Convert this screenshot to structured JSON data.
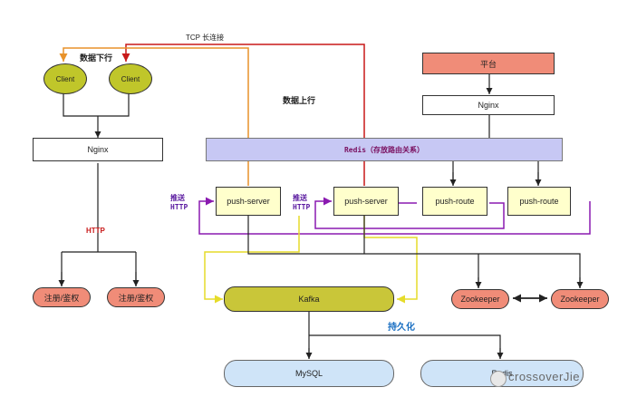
{
  "labels": {
    "tcp": "TCP 长连接",
    "downstream": "数据下行",
    "upstream": "数据上行",
    "http": "HTTP",
    "push_http": "推送\nHTTP",
    "persist": "持久化",
    "watermark": "crossoverJie"
  },
  "nodes": {
    "client_1": "Client",
    "client_2": "Client",
    "nginx_left": "Nginx",
    "auth_1": "注册/鉴权",
    "auth_2": "注册/鉴权",
    "platform": "平台",
    "nginx_right": "Nginx",
    "redis_bar": "Redis（存放路由关系）",
    "push_server_1": "push-server",
    "push_server_2": "push-server",
    "push_route_1": "push-route",
    "push_route_2": "push-route",
    "kafka": "Kafka",
    "zookeeper_1": "Zookeeper",
    "zookeeper_2": "Zookeeper",
    "mysql": "MySQL",
    "redis_store": "Redis"
  },
  "colors": {
    "tcp_line_red": "#c81919",
    "tcp_line_orange": "#e8922a",
    "route_line_purple": "#8a1ab0",
    "kafka_line_yellow": "#e6dc2a"
  }
}
